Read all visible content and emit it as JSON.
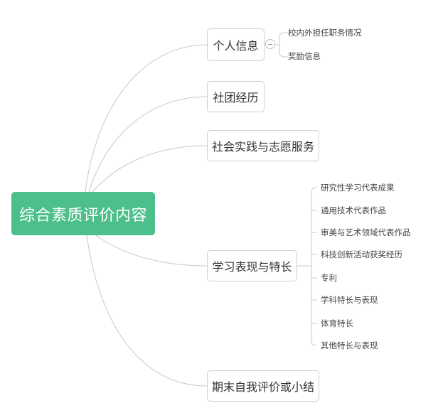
{
  "root": {
    "label": "综合素质评价内容",
    "color": "#4cbf8a"
  },
  "branches": [
    {
      "label": "个人信息",
      "children": [
        "校内外担任职务情况",
        "奖励信息"
      ]
    },
    {
      "label": "社团经历",
      "children": []
    },
    {
      "label": "社会实践与志愿服务",
      "children": []
    },
    {
      "label": "学习表现与特长",
      "children": [
        "研究性学习代表成果",
        "通用技术代表作品",
        "审美与艺术领域代表作品",
        "科技创新活动获奖经历",
        "专利",
        "学科特长与表现",
        "体育特长",
        "其他特长与表现"
      ]
    },
    {
      "label": "期末自我评价或小结",
      "children": []
    }
  ]
}
